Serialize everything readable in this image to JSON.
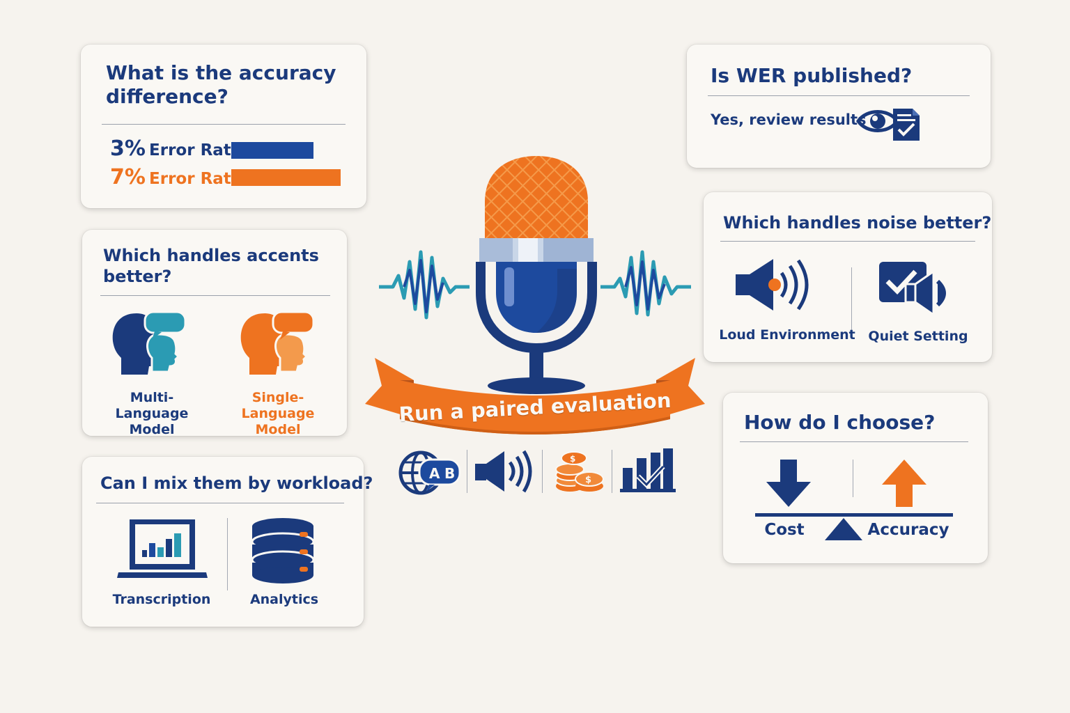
{
  "accuracy_card": {
    "title": "What is the accuracy difference?",
    "rows": [
      {
        "value": "3%",
        "label": "Error Rate",
        "color": "#1d4a9e"
      },
      {
        "value": "7%",
        "label": "Error Rate",
        "color": "#ee7320"
      }
    ]
  },
  "accents_card": {
    "title": "Which handles accents better?",
    "options": [
      {
        "label": "Multi-Language Model",
        "color": "#1b3a7c"
      },
      {
        "label": "Single-Language Model",
        "color": "#ee7320"
      }
    ]
  },
  "workload_card": {
    "title": "Can I mix them by workload?",
    "options": [
      {
        "label": "Transcription",
        "icon": "laptop-chart-icon"
      },
      {
        "label": "Analytics",
        "icon": "database-icon"
      }
    ]
  },
  "wer_card": {
    "title": "Is WER published?",
    "answer": "Yes, review results",
    "icon": "eye-document-icon"
  },
  "noise_card": {
    "title": "Which handles noise better?",
    "options": [
      {
        "label": "Loud Environment",
        "icon": "speaker-loud-icon"
      },
      {
        "label": "Quiet Setting",
        "icon": "checkbox-speaker-icon"
      }
    ]
  },
  "choose_card": {
    "title": "How do I choose?",
    "left_label": "Cost",
    "right_label": "Accuracy"
  },
  "center": {
    "banner": "Run a paired evaluation",
    "icons": [
      "globe-ab-icon",
      "speaker-icon",
      "coins-icon",
      "chart-check-icon"
    ]
  },
  "colors": {
    "navy": "#1b3a7c",
    "blue": "#1d4a9e",
    "orange": "#ee7320",
    "teal": "#2b9bb3"
  }
}
